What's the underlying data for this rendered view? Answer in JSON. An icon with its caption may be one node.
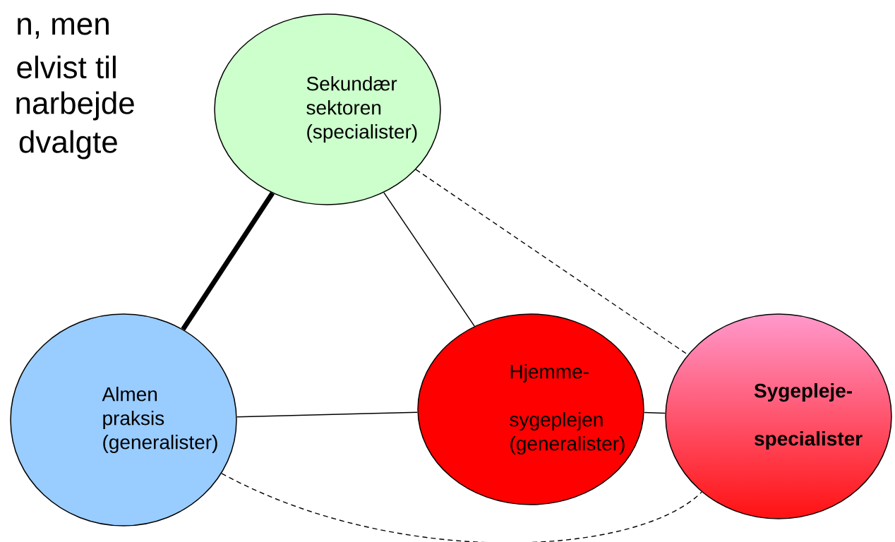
{
  "diagram": {
    "nodes": [
      {
        "text": [
          "Sekundær sektoren (specialister)"
        ]
      },
      {
        "text": [
          "Almen praksis (generalister)"
        ]
      },
      {
        "text": [
          "Hjemme- sygeplejen (generalister)"
        ]
      },
      {
        "text": [
          "Sygepleje- specialister"
        ]
      }
    ],
    "edges": [
      {
        "from": 0,
        "to": 1,
        "arrow": "none",
        "style": "thick"
      },
      {
        "from": 0,
        "to": 2,
        "arrow": "none"
      },
      {
        "from": 1,
        "to": 2,
        "arrow": "none"
      },
      {
        "from": 2,
        "to": 3,
        "arrow": "none"
      },
      {
        "from": 0,
        "to": 3,
        "arrow": "none",
        "style": "dashed"
      },
      {
        "from": 1,
        "to": 3,
        "arrow": "none",
        "style": "dashed"
      }
    ],
    "labels": [
      "n, men",
      "elvist til",
      "narbejde",
      "dvalgte"
    ]
  }
}
